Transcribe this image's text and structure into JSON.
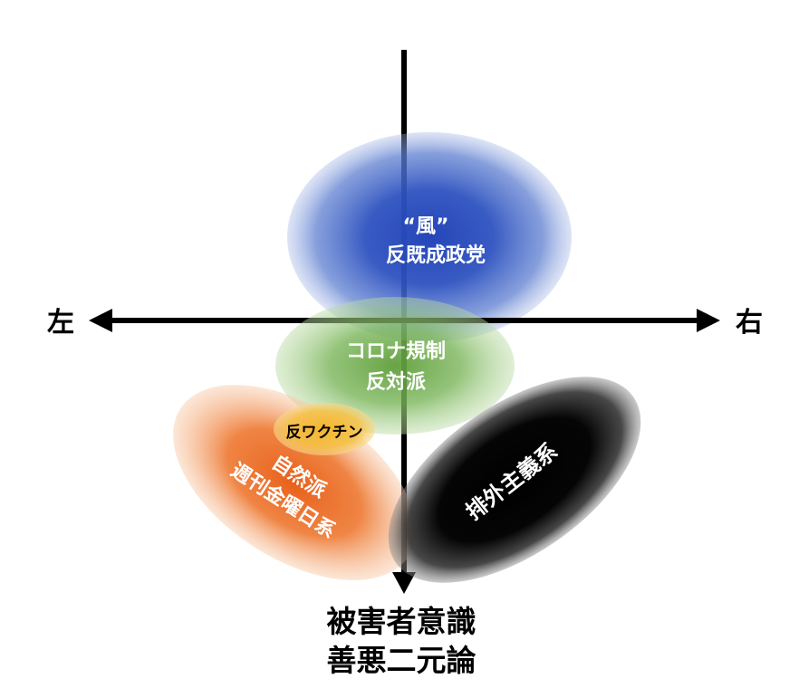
{
  "axes": {
    "left_label": "左",
    "right_label": "右",
    "bottom_label_line1": "被害者意識",
    "bottom_label_line2": "善悪二元論"
  },
  "clusters": {
    "wind_party": {
      "line1": "“風”",
      "line2": "反既成政党",
      "color": "#2e52c0"
    },
    "corona": {
      "line1": "コロナ規制",
      "line2": "反対派",
      "color": "#6aab45"
    },
    "antivax": {
      "line1": "反ワクチン",
      "color": "#f3b62c"
    },
    "natural": {
      "line1": "自然派",
      "line2": "週刊金曜日系",
      "color": "#ec6c1e"
    },
    "xenophobic": {
      "line1": "排外主義系",
      "color": "#000000"
    }
  }
}
